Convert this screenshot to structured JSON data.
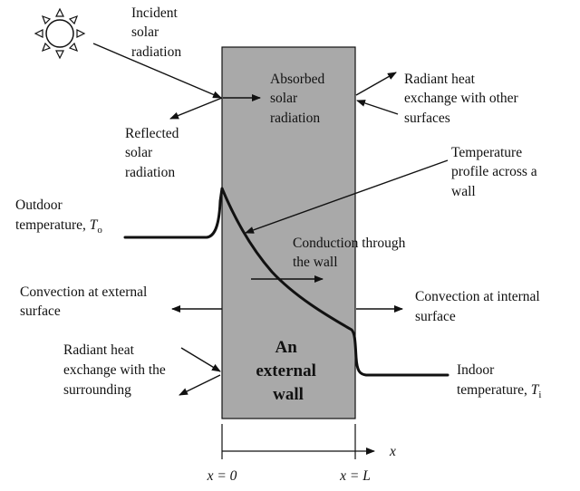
{
  "labels": {
    "incident": [
      "Incident",
      "solar",
      "radiation"
    ],
    "absorbed": [
      "Absorbed",
      "solar",
      "radiation"
    ],
    "radiant_other": [
      "Radiant heat",
      "exchange with other",
      "surfaces"
    ],
    "reflected": [
      "Reflected",
      "solar",
      "radiation"
    ],
    "temp_profile": [
      "Temperature",
      "profile across a",
      "wall"
    ],
    "outdoor": [
      "Outdoor",
      "temperature, "
    ],
    "outdoor_symbol": "T",
    "outdoor_sub": "o",
    "conduction": [
      "Conduction through",
      "the wall"
    ],
    "conv_external": [
      "Convection at external",
      "surface"
    ],
    "conv_internal": [
      "Convection at internal",
      "surface"
    ],
    "radiant_surrounding": [
      "Radiant heat",
      "exchange with the",
      "surrounding"
    ],
    "wall": [
      "An",
      "external",
      "wall"
    ],
    "indoor": [
      "Indoor",
      "temperature, "
    ],
    "indoor_symbol": "T",
    "indoor_sub": "i",
    "x_axis": "x",
    "x_zero": "x = 0",
    "x_L": "x = L"
  },
  "colors": {
    "wall_fill": "#a9a9a9",
    "line": "#111111"
  },
  "icons": [
    "sun-icon"
  ]
}
